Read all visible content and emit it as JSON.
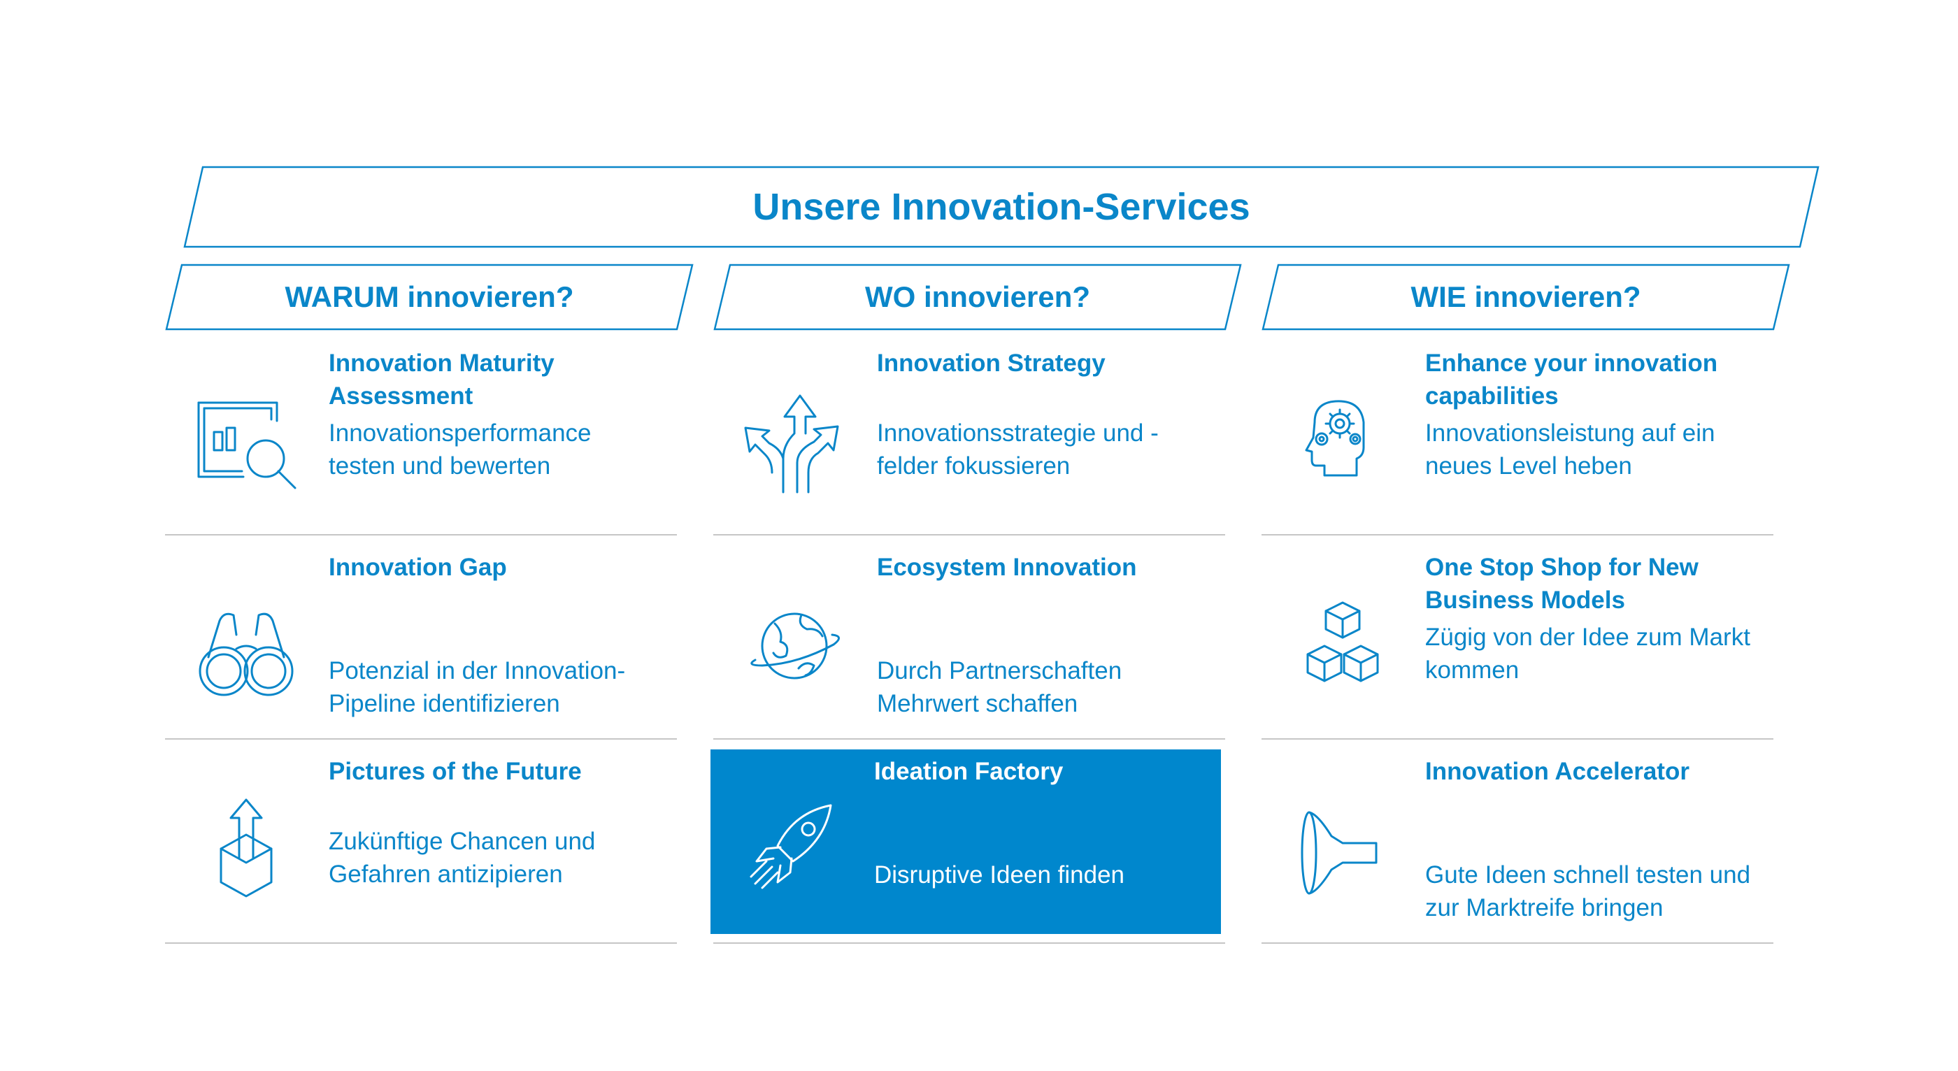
{
  "header": {
    "title": "Unsere Innovation-Services"
  },
  "columns": [
    {
      "heading": "WARUM innovieren?"
    },
    {
      "heading": "WO innovieren?"
    },
    {
      "heading": "WIE innovieren?"
    }
  ],
  "services": [
    {
      "title": "Innovation Maturity Assessment",
      "description": "Innovationsperformance testen und bewerten",
      "icon": "assessment-magnifier-icon"
    },
    {
      "title": "Innovation Strategy",
      "description": "Innovationsstrategie und -felder fokussieren",
      "icon": "split-arrows-icon"
    },
    {
      "title": "Enhance your innovation capabilities",
      "description": "Innovationsleistung auf ein neues Level heben",
      "icon": "head-gears-icon"
    },
    {
      "title": "Innovation Gap",
      "description": "Potenzial in der Innovation-Pipeline identifizieren",
      "icon": "binoculars-icon"
    },
    {
      "title": "Ecosystem Innovation",
      "description": "Durch Partnerschaften Mehrwert schaffen",
      "icon": "globe-orbit-icon"
    },
    {
      "title": "One Stop Shop for New Business Models",
      "description": "Zügig von der Idee zum Markt kommen",
      "icon": "stacked-cubes-icon"
    },
    {
      "title": "Pictures of the Future",
      "description": "Zukünftige Chancen und Gefahren antizipieren",
      "icon": "box-arrow-up-icon"
    },
    {
      "title": "Ideation Factory",
      "description": "Disruptive Ideen finden",
      "icon": "rocket-icon",
      "highlighted": true
    },
    {
      "title": "Innovation Accelerator",
      "description": "Gute Ideen schnell testen und zur Marktreife bringen",
      "icon": "funnel-accelerator-icon"
    }
  ],
  "colors": {
    "accent": "#0a86c9",
    "highlight_bg": "#0087cd",
    "divider": "#c6c6c6"
  }
}
